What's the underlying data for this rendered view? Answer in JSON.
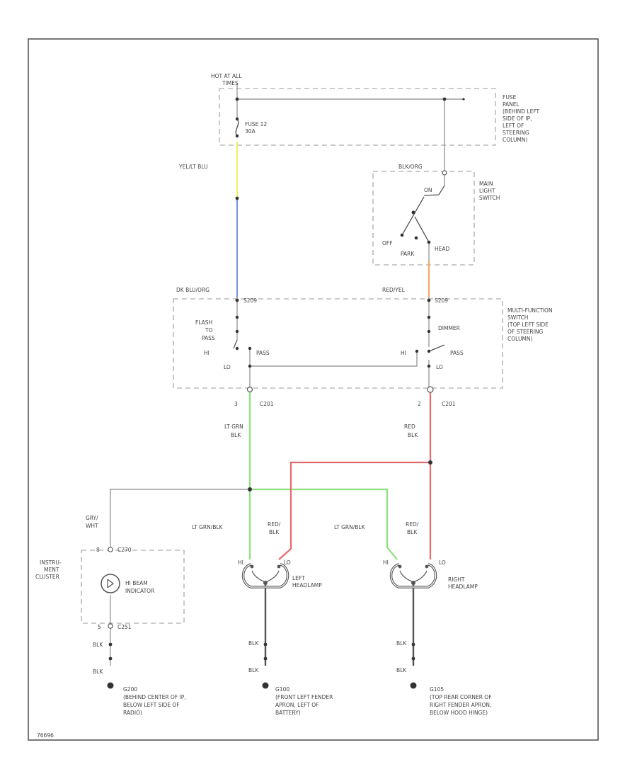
{
  "colors": {
    "yellow": "#f0ee6a",
    "blue": "#7b96e2",
    "orange": "#f7a868",
    "green": "#8fe07f",
    "red": "#e46a6a",
    "black": "#555555",
    "white": "#c7c7c7",
    "frame": "#555555"
  },
  "labels": {
    "hot_line1": "HOT AT ALL",
    "hot_line2": "TIMES",
    "fuse_line1": "FUSE 12",
    "fuse_line2": "30A",
    "fuse_panel_lines": [
      "FUSE",
      "PANEL",
      "(BEHIND LEFT",
      "SIDE OF IP,",
      "LEFT OF",
      "STEERING",
      "COLUMN)"
    ],
    "wire_yel_blu": "YEL/LT BLU",
    "wire_blk_org": "BLK/ORG",
    "main_switch_lines": [
      "MAIN",
      "LIGHT",
      "SWITCH"
    ],
    "switch_on": "ON",
    "switch_off": "OFF",
    "switch_park": "PARK",
    "switch_head": "HEAD",
    "wire_dk_blu_org": "DK BLU/ORG",
    "wire_red_yel": "RED/YEL",
    "conn_s209_left": "S209",
    "conn_s209_right": "S209",
    "flash_lines": [
      "FLASH",
      "TO",
      "PASS"
    ],
    "hi_left": "HI",
    "pass_left": "PASS",
    "lo_left": "LO",
    "dimmer": "DIMMER",
    "hi_right": "HI",
    "pass_right": "PASS",
    "lo_right": "LO",
    "multi_lines": [
      "MULTI-FUNCTION",
      "SWITCH",
      "(TOP LEFT SIDE",
      "OF STEERING",
      "COLUMN)"
    ],
    "pin_left": "3",
    "conn_c201_left": "C201",
    "pin_right": "2",
    "conn_c201_right": "C201",
    "wire_lt_grn": "LT GRN",
    "wire_blk_a": "BLK",
    "wire_red_1": "RED",
    "wire_blk_b": "BLK",
    "wire_gry": "GRY/",
    "wire_wht": "WHT",
    "wire_lt_grn_blk_1": "LT GRN/BLK",
    "wire_red_blk_1": "RED/",
    "wire_red_blk_1b": "BLK",
    "wire_lt_grn_blk_2": "LT GRN/BLK",
    "wire_red_blk_2": "RED/",
    "wire_red_blk_2b": "BLK",
    "pin_8": "8",
    "conn_c270": "C270",
    "instr_lines": [
      "INSTRU-",
      "MENT",
      "CLUSTER"
    ],
    "indicator_line1": "HI BEAM",
    "indicator_line2": "INDICATOR",
    "pin_5": "5",
    "conn_c251": "C251",
    "left_hi": "HI",
    "left_lo": "LO",
    "left_lamp_1": "LEFT",
    "left_lamp_2": "HEADLAMP",
    "right_hi": "HI",
    "right_lo": "LO",
    "right_lamp_1": "RIGHT",
    "right_lamp_2": "HEADLAMP",
    "gnd_blk_1a": "BLK",
    "gnd_blk_1b": "BLK",
    "gnd_blk_2a": "BLK",
    "gnd_blk_2b": "BLK",
    "gnd_blk_3a": "BLK",
    "gnd_blk_3b": "BLK",
    "g200_lines": [
      "G200",
      "(BEHIND CENTER OF IP,",
      "BELOW LEFT SIDE OF",
      "RADIO)"
    ],
    "g100_lines": [
      "G100",
      "(FRONT LEFT FENDER",
      "APRON, LEFT OF",
      "BATTERY)"
    ],
    "g105_lines": [
      "G105",
      "(TOP REAR CORNER OF",
      "RIGHT FENDER APRON,",
      "BELOW HOOD HINGE)"
    ],
    "figure_id": "76696"
  }
}
